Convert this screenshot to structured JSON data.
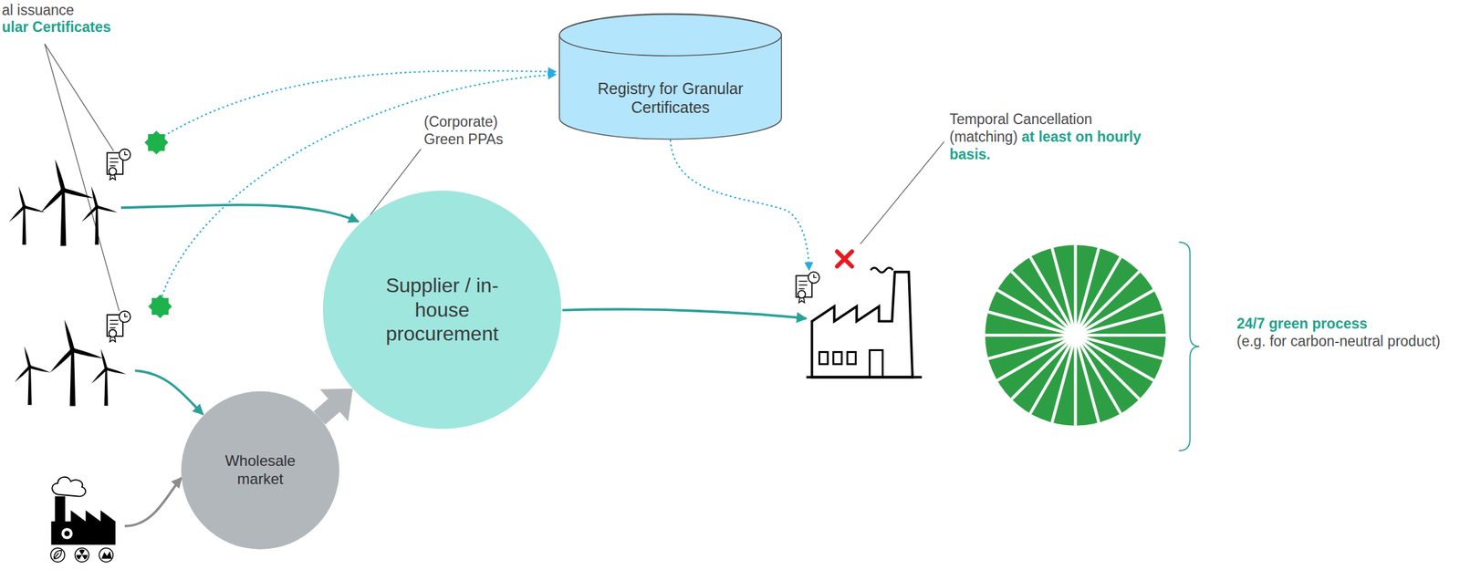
{
  "diagram": {
    "nodes": [
      {
        "text": [
          "Registry for Granular Certificates"
        ]
      },
      {
        "text": [
          "Supplier / in-house procurement"
        ]
      },
      {
        "text": [
          "Wholesale market"
        ]
      }
    ],
    "edges": [
      {
        "from": 2,
        "to": 1,
        "arrow": "to"
      }
    ],
    "labels": [
      "al issuance",
      "ular Certificates",
      "(Corporate) Green PPAs",
      "Temporal Cancellation (matching)",
      "at least on hourly basis.",
      "24/7 green process",
      "(e.g. for carbon-neutral product)"
    ]
  }
}
